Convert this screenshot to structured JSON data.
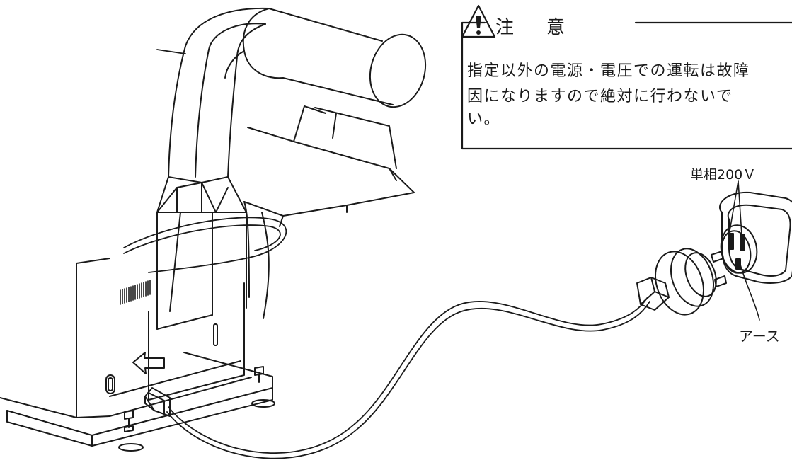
{
  "caution": {
    "title_part1": "注",
    "title_part2": "意",
    "lines": [
      "指定以外の電源・電圧での運転は故障",
      "因になりますので絶対に行わないで",
      "い。"
    ]
  },
  "labels": {
    "power": "単相200Ｖ",
    "earth": "アース"
  },
  "icons": [
    "warning-triangle-icon",
    "arrow-left-icon"
  ]
}
